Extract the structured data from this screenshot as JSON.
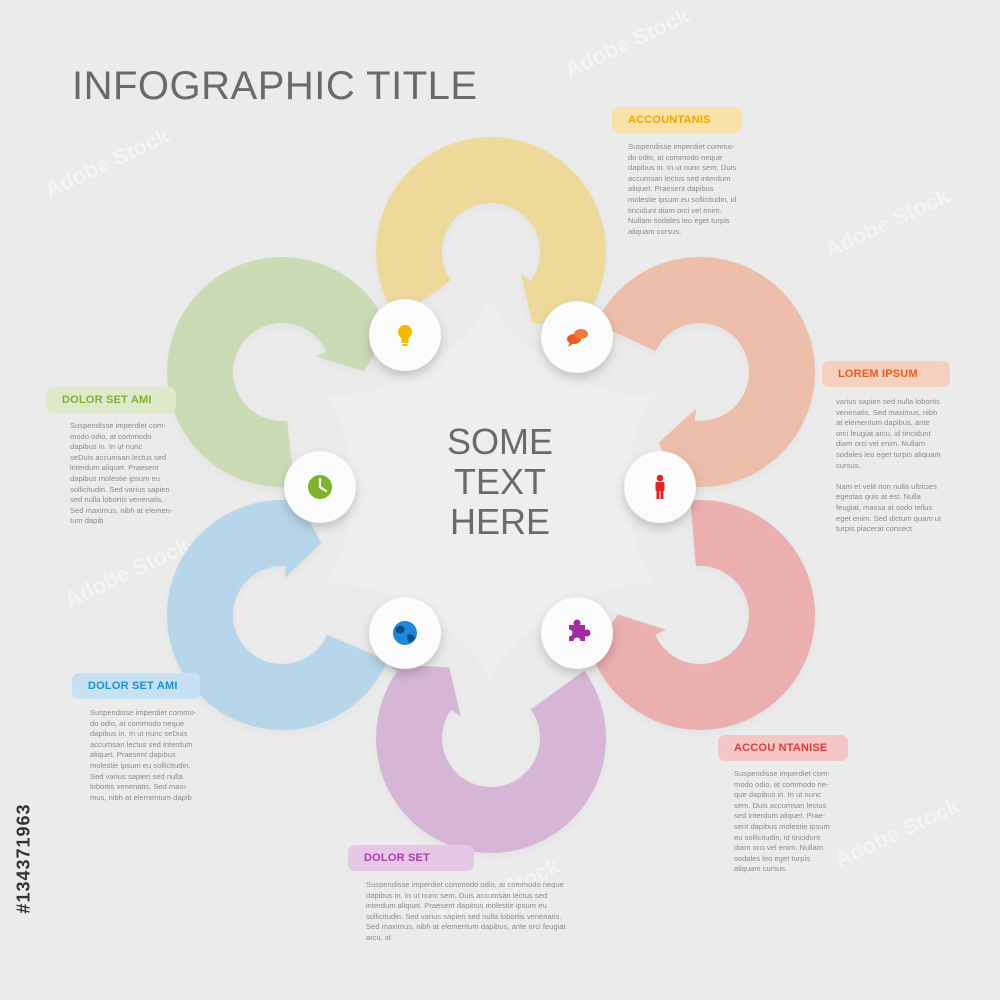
{
  "title": "INFOGRAPHIC TITLE",
  "center_text": [
    "SOME",
    "TEXT",
    "HERE"
  ],
  "colors": {
    "yellow": "#f5c842",
    "orange": "#f28c5e",
    "red": "#ee6b6b",
    "purple": "#c27ac2",
    "blue": "#7ec0e8",
    "green": "#a6c97a"
  },
  "sections": [
    {
      "id": "yellow",
      "label": "ACCOUNTANIS",
      "label_color": "#f0a500",
      "label_bg": "#f8e2a8",
      "icon": "lightbulb-icon",
      "description": "Suspendisse imperdiet commo-\ndo odio, at commodo neque\ndapibus in. In ut nunc sem. Duis\naccumsan lectus sed interdum\naliquet. Praesent dapibus\nmolestie ipsum eu sollicitudin, id\ntincidunt diam orci vel enim.\nNullam sodales leo eget turpis\naliquam cursus."
    },
    {
      "id": "orange",
      "label": "LOREM IPSUM",
      "label_color": "#e85a1b",
      "label_bg": "#f6d0be",
      "icon": "chat-bubbles-icon",
      "description": "varius sapien sed nulla lobortis\nvenenatis. Sed maximus, nibh\nat elementum dapibus, ante\norci feugiat arcu, id tincidunt\ndiam orci vel enim. Nullam\nsodales leo eget turpis aliquam\ncursus.\n\nNam et velit non nulla ultricies\negestas quis at est. Nulla\nfeugiat, massa at sodo tellus\neget enim. Sed dictum quam ut\nturpis placerat consect"
    },
    {
      "id": "red",
      "label": "ACCOU NTANISE",
      "label_color": "#e03b3b",
      "label_bg": "#f4c6c6",
      "icon": "person-icon",
      "description": "Suspendisse imperdiet com-\nmodo odio, at commodo ne-\nque dapibus in. In ut nunc\nsem. Duis accumsan lectus\nsed interdum aliquet. Prae-\nsent dapibus molestie ipsum\neu sollicitudin, id tincidunt\ndiam orci vel enim. Nullam\nsodales leo eget turpis\naliquam cursus."
    },
    {
      "id": "purple",
      "label": "DOLOR SET",
      "label_color": "#b03ab0",
      "label_bg": "#e6c8e6",
      "icon": "puzzle-icon",
      "description": "Suspendisse imperdiet commodo odio, at commodo neque\ndapibus in. In ut nunc sem. Duis accumsan lectus sed\ninterdum aliquet. Praesent dapibus molestie ipsum eu\nsollicitudin. Sed varius sapien sed nulla lobortis venenatis.\nSed maximus, nibh at elementum dapibus, ante orci feugiat\narcu, id"
    },
    {
      "id": "blue",
      "label": "DOLOR SET AMI",
      "label_color": "#1a8fd6",
      "label_bg": "#c6e2f2",
      "icon": "globe-icon",
      "description": "Suspendisse imperdiet commo-\ndo odio, at commodo neque\ndapibus in. In ut nunc seDuis\naccumsan lectus sed interdum\naliquet. Praesent dapibus\nmolestie ipsum eu sollicitudin.\nSed varius sapien sed nulla\nlobortis venenatis. Sed maxi-\nmus, nibh at elementum dapib"
    },
    {
      "id": "green",
      "label": "DOLOR SET AMI",
      "label_color": "#7fae3a",
      "label_bg": "#dde9c8",
      "icon": "clock-icon",
      "description": "Suspendisse imperdiet com-\nmodo odio, at commodo\ndapibus in. In ut nunc\nseDuis accumsan lectus sed\ninterdum aliquet. Praesent\ndapibus molestie ipsum eu\nsollicitudin. Sed varius sapien\nsed nulla lobortis venenatis.\nSed maximus, nibh at elemen-\ntum dapib"
    }
  ],
  "stock_id": "#134371963",
  "watermark": "Adobe Stock"
}
